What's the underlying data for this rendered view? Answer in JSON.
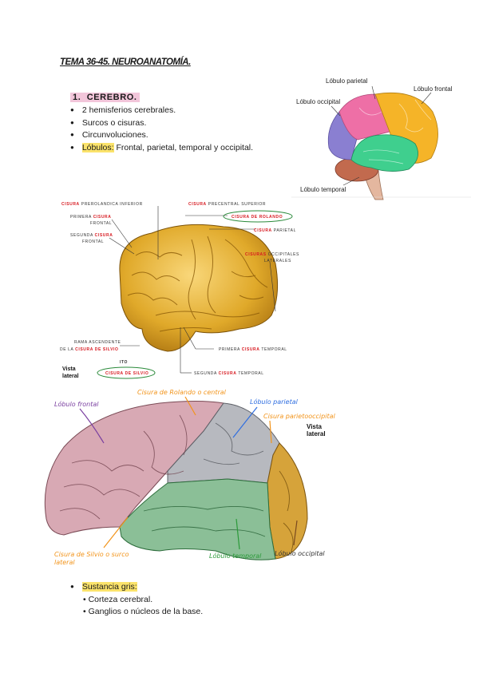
{
  "title": "TEMA 36-45. NEUROANATOMÍA.",
  "section": {
    "number": "1.",
    "label": "CEREBRO."
  },
  "bullets": [
    "2 hemisferios cerebrales.",
    "Surcos o cisuras.",
    "Circunvoluciones."
  ],
  "lobulos": {
    "prefix": "Lóbulos:",
    "rest": " Frontal, parietal, temporal y occipital."
  },
  "fig1": {
    "parietal": "Lóbulo parietal",
    "frontal": "Lóbulo frontal",
    "occipital": "Lóbulo occipital",
    "temporal": "Lóbulo temporal",
    "colors": {
      "frontal": "#f5b428",
      "parietal": "#ee6fa6",
      "occipital": "#8a7fd1",
      "temporal": "#3fcf8e",
      "cerebellum": "#c26a4e",
      "stem": "#e4b79f"
    }
  },
  "fig2": {
    "l1a": "CISURA",
    "l1b": " PREROLANDICA INFERIOR",
    "l2a": "CISURA",
    "l2b": " PRECENTRAL SUPERIOR",
    "l3a": "PRIMERA ",
    "l3b": "CISURA",
    "l3c": "FRONTAL",
    "l4a": "CISURA DE ROLANDO",
    "l5a": "SEGUNDA ",
    "l5b": "CISURA",
    "l5c": "FRONTAL",
    "l6a": "CISURA",
    "l6b": " PARIETAL",
    "l7a": "CISURAS",
    "l7b": " OCCIPITALES",
    "l7c": "LATERALES",
    "l8a": "RAMA ASCENDENTE",
    "l9a": "DE LA ",
    "l9b": "CISURA DE SILVIO",
    "l10a": "PRIMERA ",
    "l10b": "CISURA",
    "l10c": " TEMPORAL",
    "l11a": "SEGUNDA ",
    "l11b": "CISURA",
    "l11c": " TEMPORAL",
    "vista1": "Vista",
    "vista2": "lateral",
    "ito": "ITO",
    "silvio_oval": "CISURA DE SILVIO"
  },
  "fig3": {
    "frontal": "Lóbulo frontal",
    "rolando": "Cisura de Rolando o central",
    "parietal": "Lóbulo parietal",
    "parieto": "Cisura parietooccipital",
    "vista1": "Vista",
    "vista2": "lateral",
    "silvio1": "Cisura de Silvio o surco",
    "silvio2": "lateral",
    "temporal": "Lóbulo temporal",
    "occipital": "Lóbulo occipital"
  },
  "sustancia": "Sustancia gris:",
  "sub_items": [
    "Corteza cerebral.",
    "Ganglios o núcleos de la base."
  ]
}
